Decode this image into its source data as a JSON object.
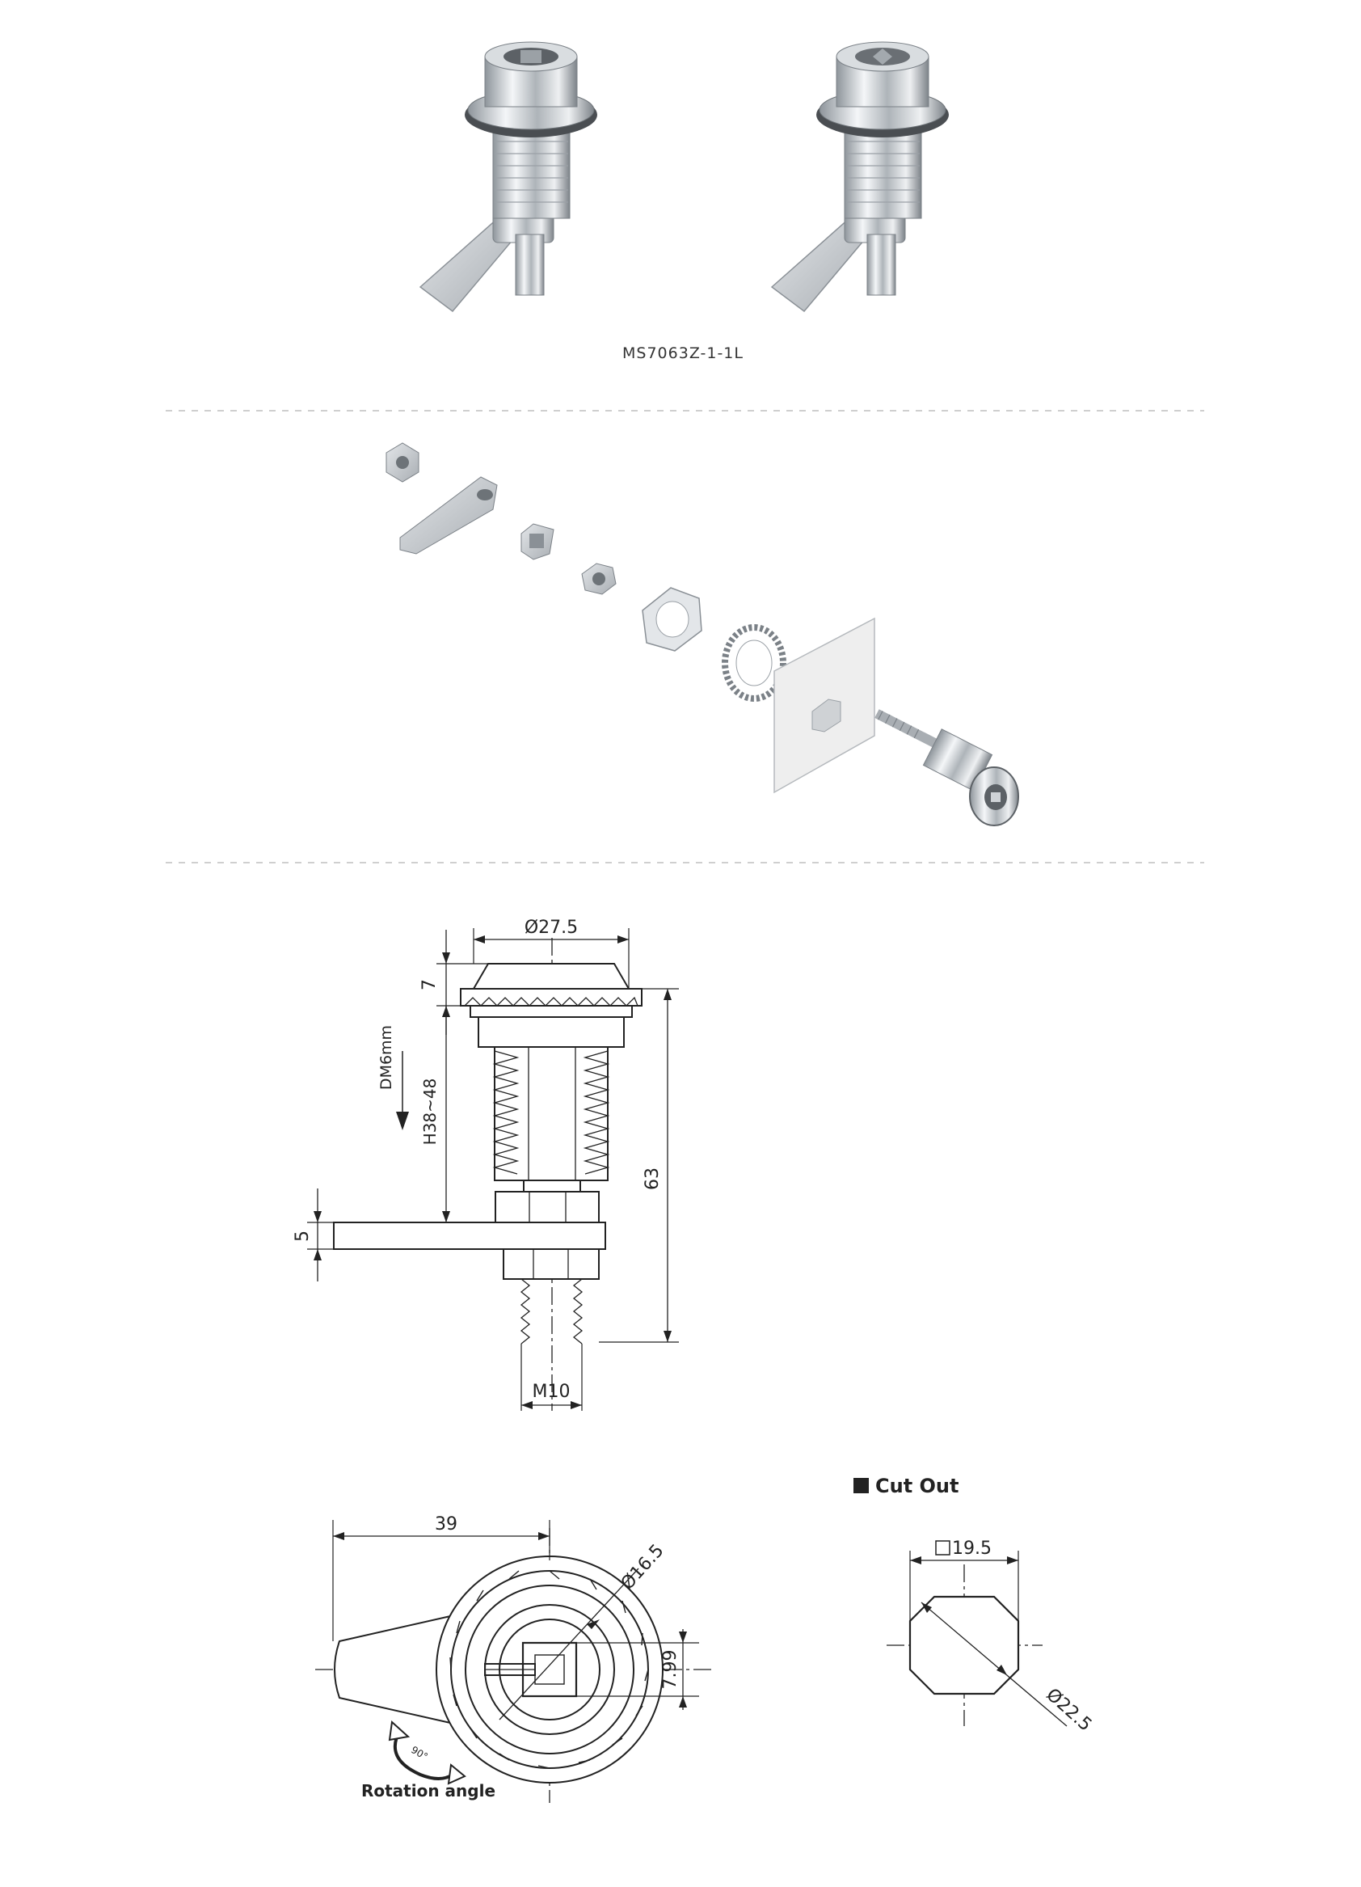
{
  "product": {
    "model": "MS7063Z-1-1L"
  },
  "side_view": {
    "head_diameter": "Ø27.5",
    "head_height": "7",
    "direction_label": "DM6mm",
    "panel_range": "H38~48",
    "overall_length": "63",
    "cam_thickness": "5",
    "thread": "M10"
  },
  "front_view": {
    "cam_length": "39",
    "body_diameter": "Ø16.5",
    "key_square": "7.99",
    "rotation_degrees": "90°",
    "rotation_label": "Rotation angle"
  },
  "cut_out": {
    "title": "Cut Out",
    "square": "19.5",
    "diameter": "Ø22.5"
  },
  "colors": {
    "line": "#222222",
    "metal": "#c9ced3",
    "dashed": "#cfcfcf"
  }
}
